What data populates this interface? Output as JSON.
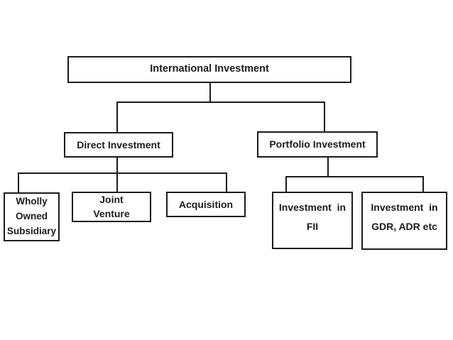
{
  "theme": {
    "background": "#ffffff",
    "line_color": "#1c1c1c",
    "box_border_color": "#1c1c1c",
    "box_fill_color": "#ffffff",
    "text_color": "#1c1c1c"
  },
  "diagram": {
    "type": "hierarchy-tree",
    "root": "International Investment",
    "nodes": {
      "international": {
        "label": "International Investment"
      },
      "direct": {
        "label": "Direct Investment"
      },
      "portfolio": {
        "label": "Portfolio Investment"
      },
      "wholly": {
        "label": "Wholly\nOwned\nSubsidiary"
      },
      "joint": {
        "label": "Joint\nVenture"
      },
      "acquisition": {
        "label": "Acquisition"
      },
      "fii": {
        "label": "Investment  in\nFII"
      },
      "gdr": {
        "label": "Investment  in\nGDR, ADR etc"
      }
    },
    "edges": [
      {
        "from": "International Investment",
        "to": "Direct Investment"
      },
      {
        "from": "International Investment",
        "to": "Portfolio Investment"
      },
      {
        "from": "Direct Investment",
        "to": "Wholly Owned Subsidiary"
      },
      {
        "from": "Direct Investment",
        "to": "Joint Venture"
      },
      {
        "from": "Direct Investment",
        "to": "Acquisition"
      },
      {
        "from": "Portfolio Investment",
        "to": "Investment in FII"
      },
      {
        "from": "Portfolio Investment",
        "to": "Investment in GDR, ADR etc"
      }
    ]
  }
}
